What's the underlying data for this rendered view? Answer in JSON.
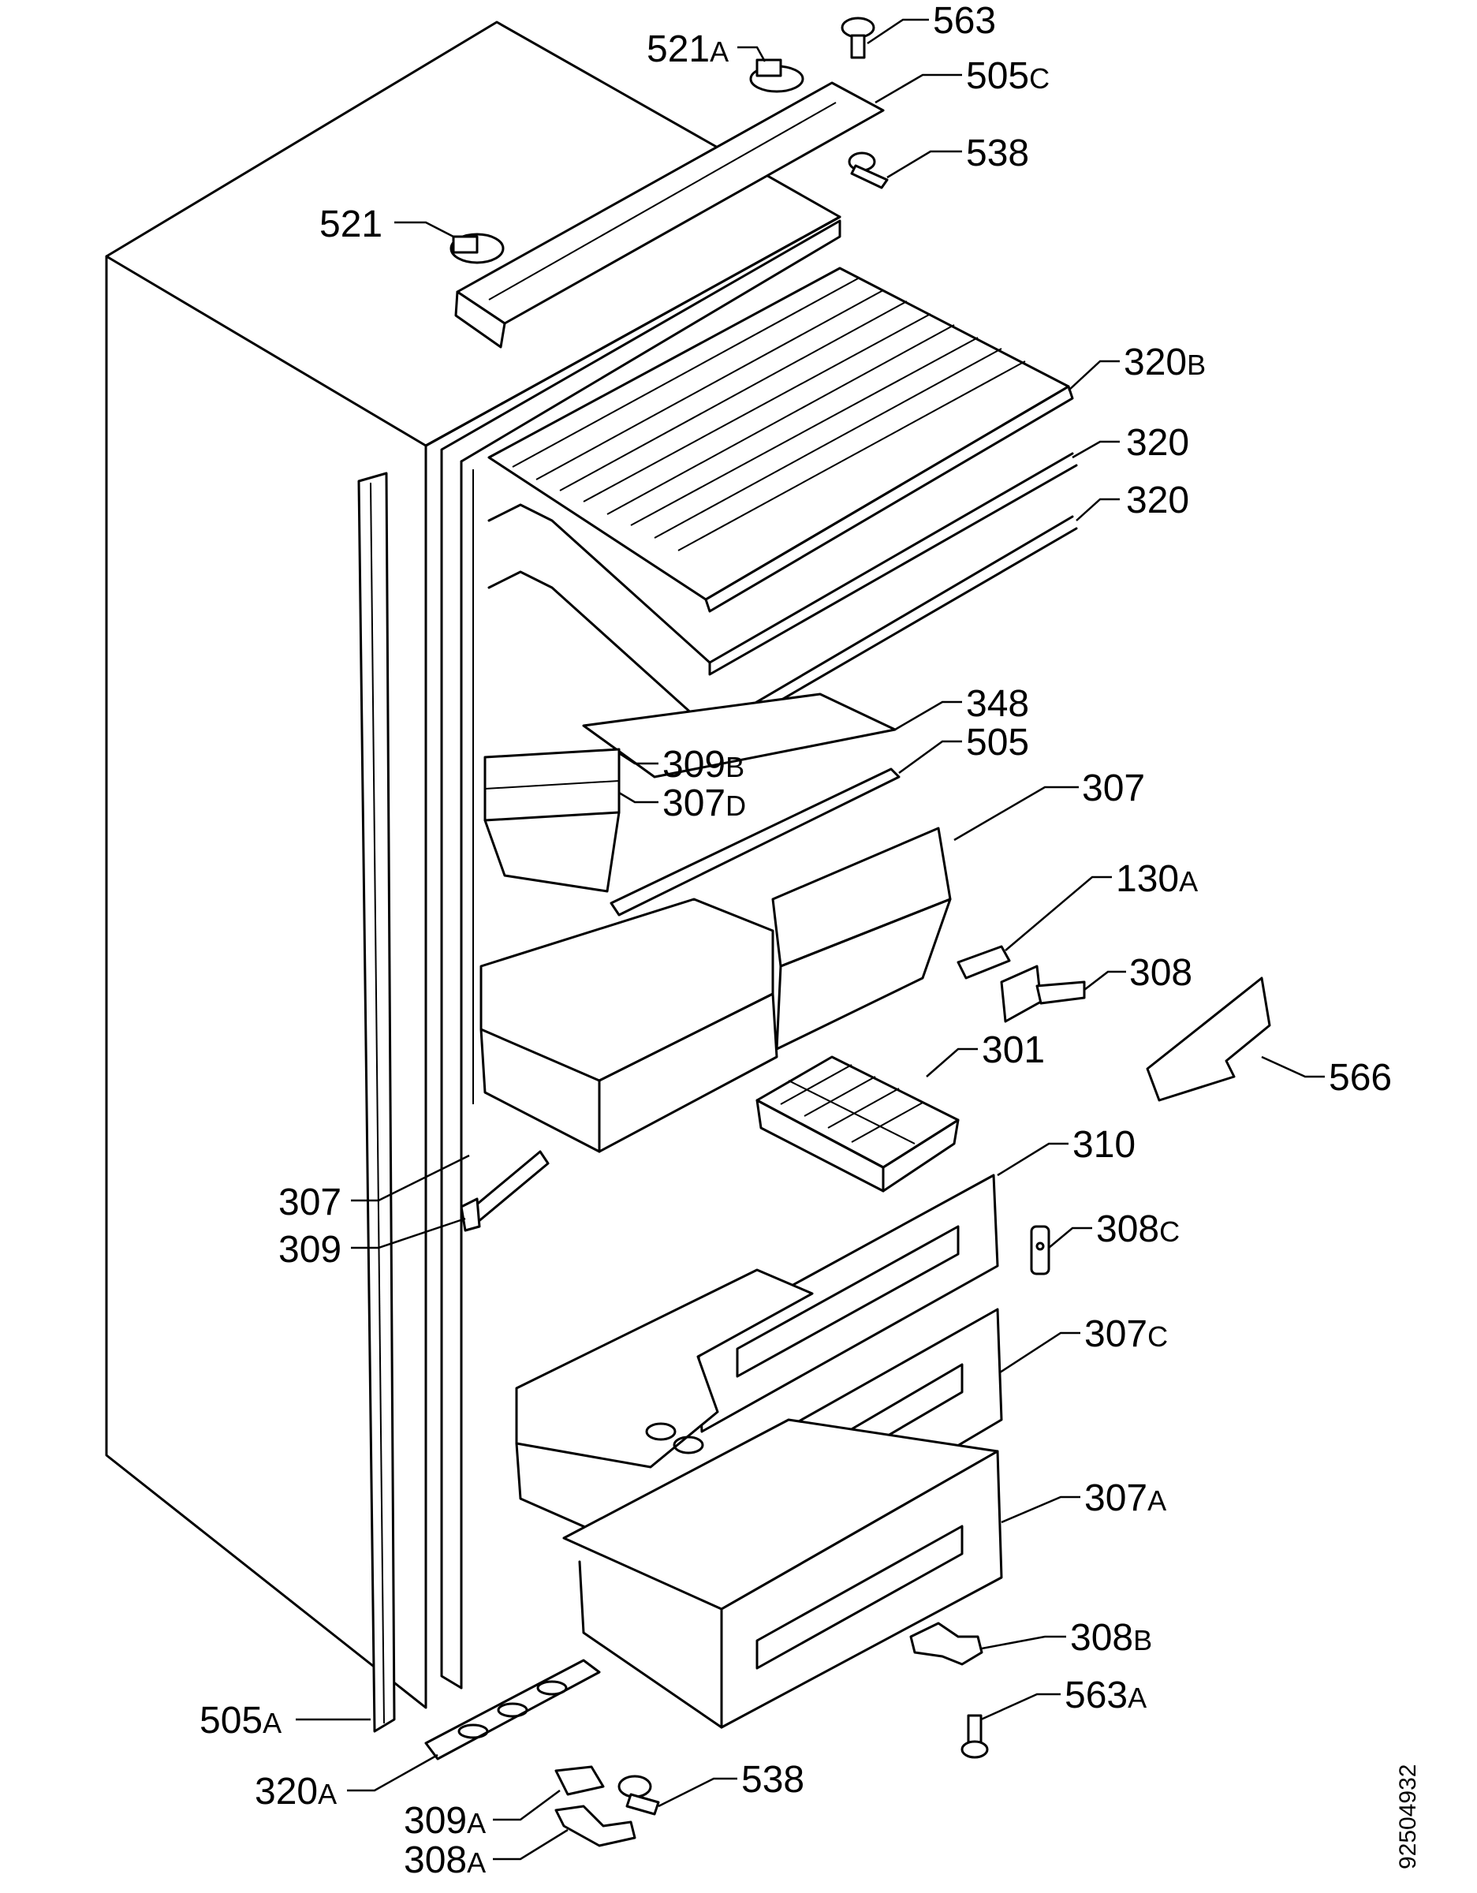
{
  "labels": [
    {
      "id": "l563",
      "num": "563",
      "sfx": ""
    },
    {
      "id": "l521a",
      "num": "521",
      "sfx": "A"
    },
    {
      "id": "l505c",
      "num": "505",
      "sfx": "C"
    },
    {
      "id": "l538t",
      "num": "538",
      "sfx": ""
    },
    {
      "id": "l521",
      "num": "521",
      "sfx": ""
    },
    {
      "id": "l320b",
      "num": "320",
      "sfx": "B"
    },
    {
      "id": "l320a1",
      "num": "320",
      "sfx": ""
    },
    {
      "id": "l320a2",
      "num": "320",
      "sfx": ""
    },
    {
      "id": "l348",
      "num": "348",
      "sfx": ""
    },
    {
      "id": "l309b",
      "num": "309",
      "sfx": "B"
    },
    {
      "id": "l505",
      "num": "505",
      "sfx": ""
    },
    {
      "id": "l307d",
      "num": "307",
      "sfx": "D"
    },
    {
      "id": "l307r",
      "num": "307",
      "sfx": ""
    },
    {
      "id": "l130a",
      "num": "130",
      "sfx": "A"
    },
    {
      "id": "l308",
      "num": "308",
      "sfx": ""
    },
    {
      "id": "l301",
      "num": "301",
      "sfx": ""
    },
    {
      "id": "l566",
      "num": "566",
      "sfx": ""
    },
    {
      "id": "l310",
      "num": "310",
      "sfx": ""
    },
    {
      "id": "l307l",
      "num": "307",
      "sfx": ""
    },
    {
      "id": "l308c",
      "num": "308",
      "sfx": "C"
    },
    {
      "id": "l309",
      "num": "309",
      "sfx": ""
    },
    {
      "id": "l307c",
      "num": "307",
      "sfx": "C"
    },
    {
      "id": "l307a",
      "num": "307",
      "sfx": "A"
    },
    {
      "id": "l308b",
      "num": "308",
      "sfx": "B"
    },
    {
      "id": "l563a",
      "num": "563",
      "sfx": "A"
    },
    {
      "id": "l505a",
      "num": "505",
      "sfx": "A"
    },
    {
      "id": "l320a",
      "num": "320",
      "sfx": "A"
    },
    {
      "id": "l538b",
      "num": "538",
      "sfx": ""
    },
    {
      "id": "l309a",
      "num": "309",
      "sfx": "A"
    },
    {
      "id": "l308a",
      "num": "308",
      "sfx": "A"
    }
  ],
  "document_number": "92504932"
}
